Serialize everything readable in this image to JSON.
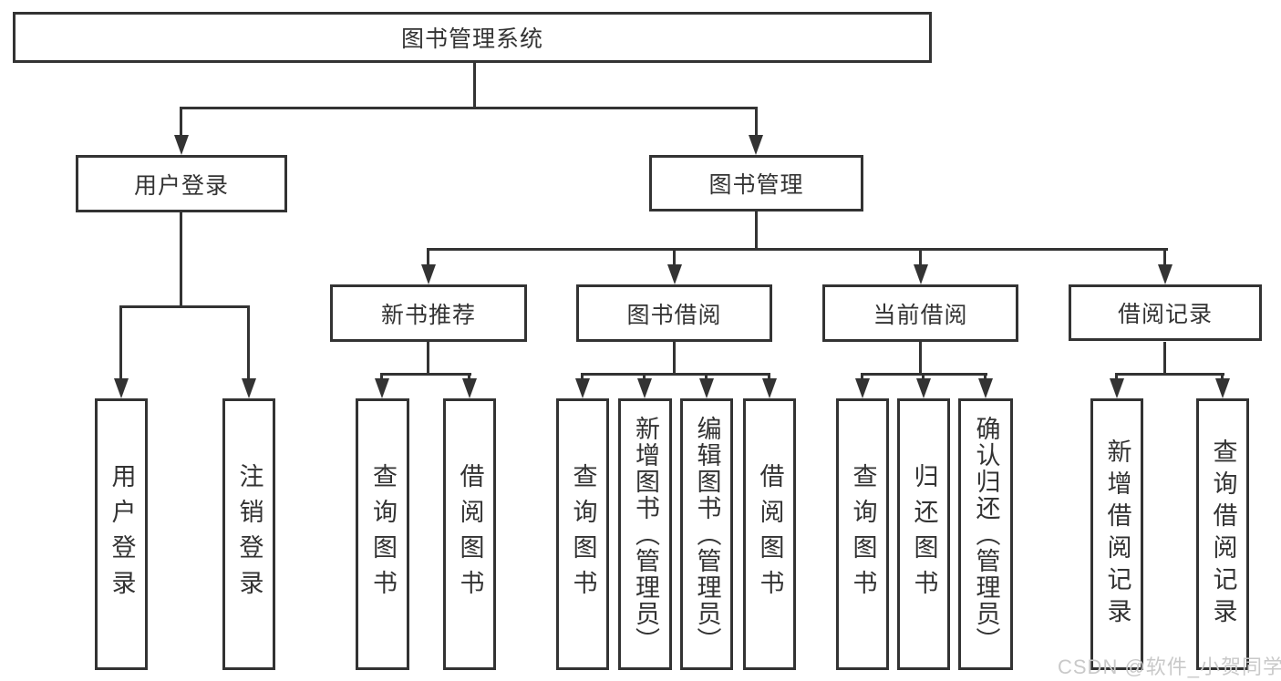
{
  "diagram": {
    "title": "图书管理系统",
    "type": "hierarchy-tree",
    "colors": {
      "line": "#333333",
      "box_border": "#333333",
      "box_fill": "#ffffff",
      "text": "#333333",
      "background": "#ffffff",
      "watermark": "#c9c9c9"
    },
    "nodes": {
      "root": {
        "label": "图书管理系统"
      },
      "level1": {
        "user_login": {
          "label": "用户登录"
        },
        "book_mgmt": {
          "label": "图书管理"
        }
      },
      "level2": {
        "new_book_rec": {
          "label": "新书推荐",
          "parent": "图书管理"
        },
        "book_borrow": {
          "label": "图书借阅",
          "parent": "图书管理"
        },
        "current_borrow": {
          "label": "当前借阅",
          "parent": "图书管理"
        },
        "borrow_records": {
          "label": "借阅记录",
          "parent": "图书管理"
        }
      },
      "leaves": {
        "user_login": {
          "label": "用户登录",
          "parent": "用户登录"
        },
        "logout": {
          "label": "注销登录",
          "parent": "用户登录"
        },
        "query_books_rec": {
          "label": "查询图书",
          "parent": "新书推荐"
        },
        "borrow_books_rec": {
          "label": "借阅图书",
          "parent": "新书推荐"
        },
        "query_books_borrow": {
          "label": "查询图书",
          "parent": "图书借阅"
        },
        "add_books_admin": {
          "label": "新增图书（管理员）",
          "parent": "图书借阅"
        },
        "edit_books_admin": {
          "label": "编辑图书（管理员）",
          "parent": "图书借阅"
        },
        "borrow_books_borrow": {
          "label": "借阅图书",
          "parent": "图书借阅"
        },
        "query_books_current": {
          "label": "查询图书",
          "parent": "当前借阅"
        },
        "return_books": {
          "label": "归还图书",
          "parent": "当前借阅"
        },
        "confirm_return_admin": {
          "label": "确认归还（管理员）",
          "parent": "当前借阅"
        },
        "add_borrow_record": {
          "label": "新增借阅记录",
          "parent": "借阅记录"
        },
        "query_borrow_record": {
          "label": "查询借阅记录",
          "parent": "借阅记录"
        }
      }
    },
    "watermark": {
      "text": "CSDN @软件_小贺同学"
    }
  }
}
